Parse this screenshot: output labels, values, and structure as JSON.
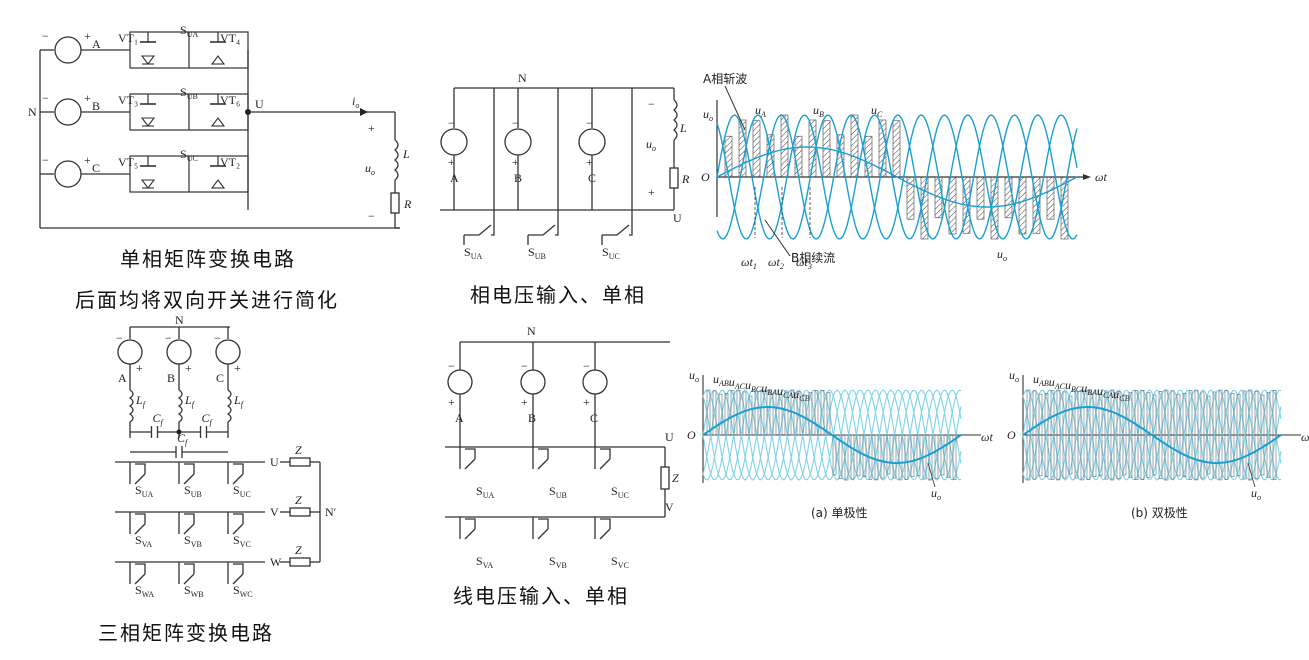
{
  "captions": {
    "single_phase_matrix": "单相矩阵变换电路",
    "simplify_note": "后面均将双向开关进行简化",
    "phase_voltage_input": "相电压输入、单相",
    "three_phase_matrix": "三相矩阵变换电路",
    "line_voltage_input": "线电压输入、单相"
  },
  "circuit1": {
    "sources": [
      "A",
      "B",
      "C"
    ],
    "neutral": "N",
    "output_node": "U",
    "switches": [
      "VT₁",
      "VT₄",
      "VT₃",
      "VT₆",
      "VT₅",
      "VT₂"
    ],
    "switch_groups": [
      "S",
      "S",
      "S"
    ],
    "switch_subs": [
      "UA",
      "UB",
      "UC"
    ],
    "current": "i",
    "current_sub": "o",
    "voltage": "u",
    "voltage_sub": "o",
    "inductor": "L",
    "resistor": "R"
  },
  "circuit2": {
    "neutral": "N",
    "sources": [
      "A",
      "B",
      "C"
    ],
    "switch_subs": [
      "UA",
      "UB",
      "UC"
    ],
    "output_node": "U",
    "inductor": "L",
    "resistor": "R",
    "voltage": "u",
    "voltage_sub": "o"
  },
  "circuit3": {
    "neutral": "N",
    "sources": [
      "A",
      "B",
      "C"
    ],
    "inductor": "L",
    "inductor_sub": "f",
    "capacitor": "C",
    "capacitor_sub": "f",
    "outputs": [
      "U",
      "V",
      "W"
    ],
    "load": "Z",
    "load_neutral": "N′",
    "switch_rows": [
      [
        "UA",
        "UB",
        "UC"
      ],
      [
        "VA",
        "VB",
        "VC"
      ],
      [
        "WA",
        "WB",
        "WC"
      ]
    ]
  },
  "circuit4": {
    "neutral": "N",
    "sources": [
      "A",
      "B",
      "C"
    ],
    "outputs": [
      "U",
      "V"
    ],
    "load": "Z",
    "switch_rows": [
      [
        "UA",
        "UB",
        "UC"
      ],
      [
        "VA",
        "VB",
        "VC"
      ]
    ]
  },
  "waveform1": {
    "annotation_chop": "A相斩波",
    "annotation_freewheel": "B相续流",
    "y_axis": "u",
    "y_axis_sub": "o",
    "x_axis": "ωt",
    "origin": "O",
    "phase_labels": [
      "A",
      "B",
      "C"
    ],
    "time_marks": [
      "ωt",
      "ωt",
      "ωt"
    ],
    "time_subs": [
      "1",
      "2",
      "3"
    ],
    "output_label": "u",
    "output_sub": "o",
    "colors": {
      "line": "#1a9fd0",
      "hatch": "#444444"
    }
  },
  "waveform2": {
    "y_axis": "u",
    "y_axis_sub": "o",
    "x_axis": "ωt",
    "origin": "O",
    "phase_labels": [
      "AB",
      "AC",
      "BC",
      "BA",
      "CA",
      "CB"
    ],
    "output_label": "u",
    "output_sub": "o",
    "caption_a": "(a) 单极性",
    "caption_b": "(b) 双极性",
    "colors": {
      "line": "#5ec6e6"
    }
  }
}
